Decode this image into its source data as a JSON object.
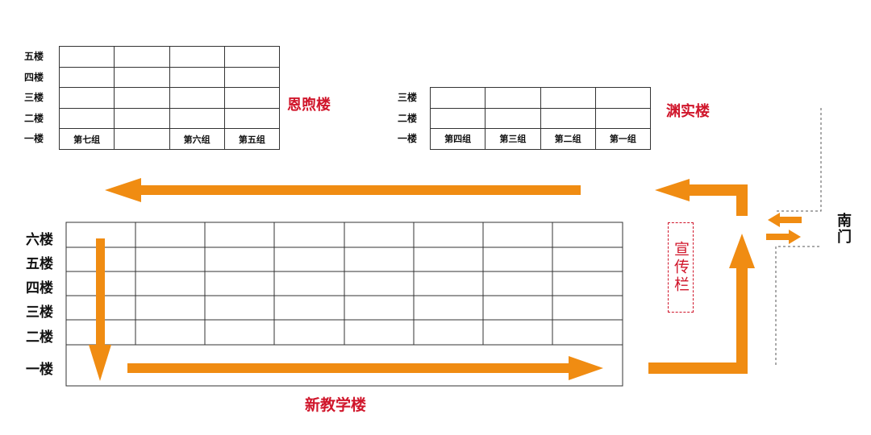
{
  "enxu": {
    "name": "恩煦楼",
    "floors": [
      "五楼",
      "四楼",
      "三楼",
      "二楼",
      "一楼"
    ],
    "ground_row": [
      "第七组",
      "",
      "第六组",
      "第五组"
    ]
  },
  "yuanshi": {
    "name": "渊实楼",
    "floors": [
      "三楼",
      "二楼",
      "一楼"
    ],
    "ground_row": [
      "第四组",
      "第三组",
      "第二组",
      "第一组"
    ]
  },
  "main_building": {
    "name": "新教学楼",
    "floors": [
      "六楼",
      "五楼",
      "四楼",
      "三楼",
      "二楼",
      "一楼"
    ]
  },
  "bulletin_board": "宣传栏",
  "south_gate": "南门",
  "colors": {
    "arrow": "#f08c12",
    "label_red": "#d0162b",
    "line": "#333333"
  }
}
